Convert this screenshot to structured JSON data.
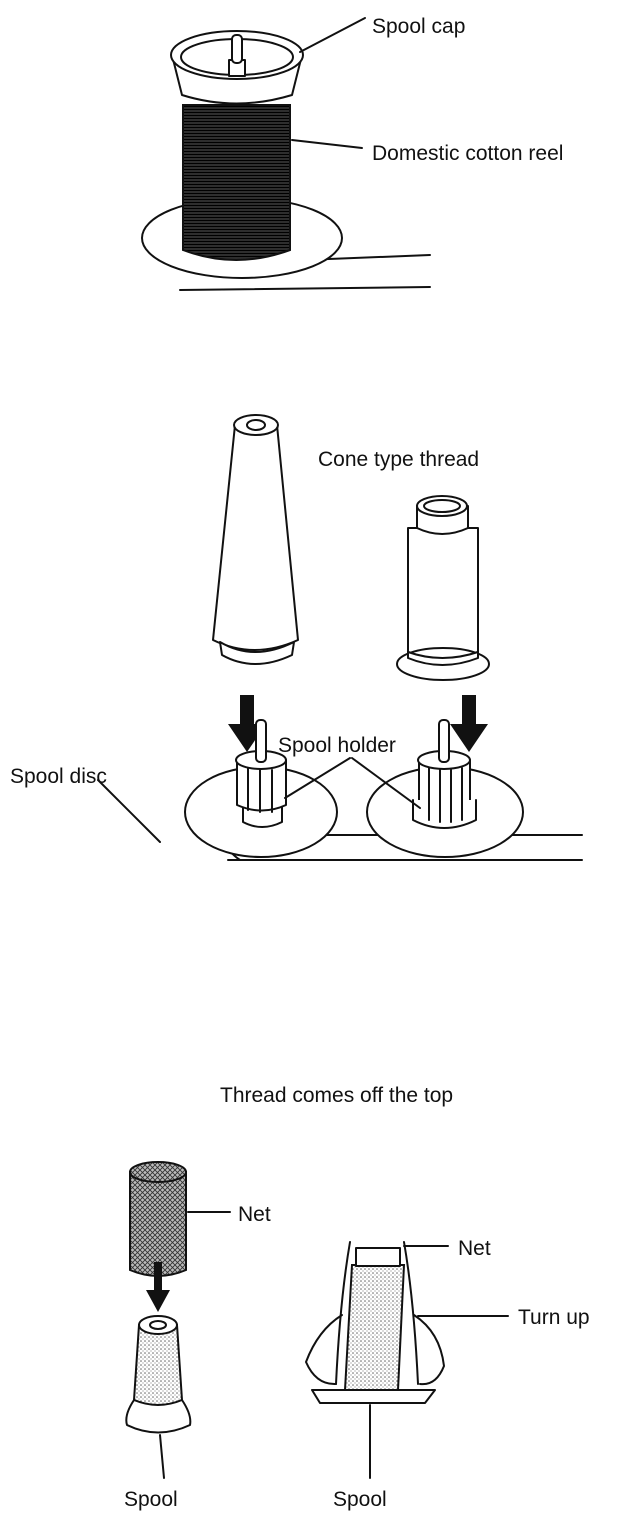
{
  "labels": {
    "spool_cap": "Spool cap",
    "domestic_reel": "Domestic cotton reel",
    "cone_thread": "Cone type thread",
    "spool_holder": "Spool holder",
    "spool_disc": "Spool disc",
    "thread_top": "Thread comes off the top",
    "net_1": "Net",
    "net_2": "Net",
    "turn_up": "Turn up",
    "spool_1": "Spool",
    "spool_2": "Spool"
  }
}
